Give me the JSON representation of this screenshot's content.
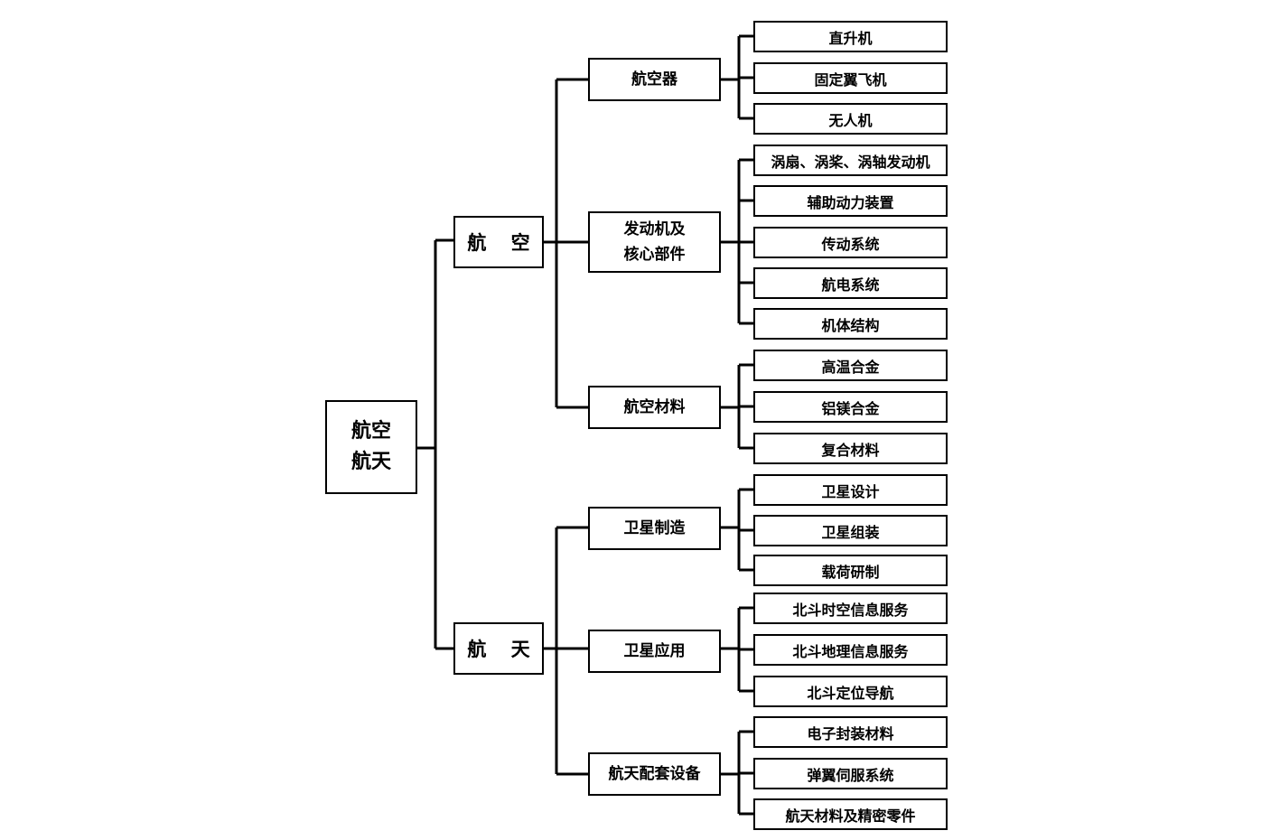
{
  "diagram": {
    "root": {
      "label": "航空\n航天"
    },
    "branches": [
      {
        "label": "航 空",
        "groups": [
          {
            "label": "航空器",
            "items": [
              "直升机",
              "固定翼飞机",
              "无人机"
            ]
          },
          {
            "label": "发动机及\n核心部件",
            "items": [
              "涡扇、涡桨、涡轴发动机",
              "辅助动力装置",
              "传动系统",
              "航电系统",
              "机体结构"
            ]
          },
          {
            "label": "航空材料",
            "items": [
              "高温合金",
              "铝镁合金",
              "复合材料"
            ]
          }
        ]
      },
      {
        "label": "航 天",
        "groups": [
          {
            "label": "卫星制造",
            "items": [
              "卫星设计",
              "卫星组装",
              "载荷研制"
            ]
          },
          {
            "label": "卫星应用",
            "items": [
              "北斗时空信息服务",
              "北斗地理信息服务",
              "北斗定位导航"
            ]
          },
          {
            "label": "航天配套设备",
            "items": [
              "电子封装材料",
              "弹翼伺服系统",
              "航天材料及精密零件"
            ]
          }
        ]
      }
    ]
  }
}
